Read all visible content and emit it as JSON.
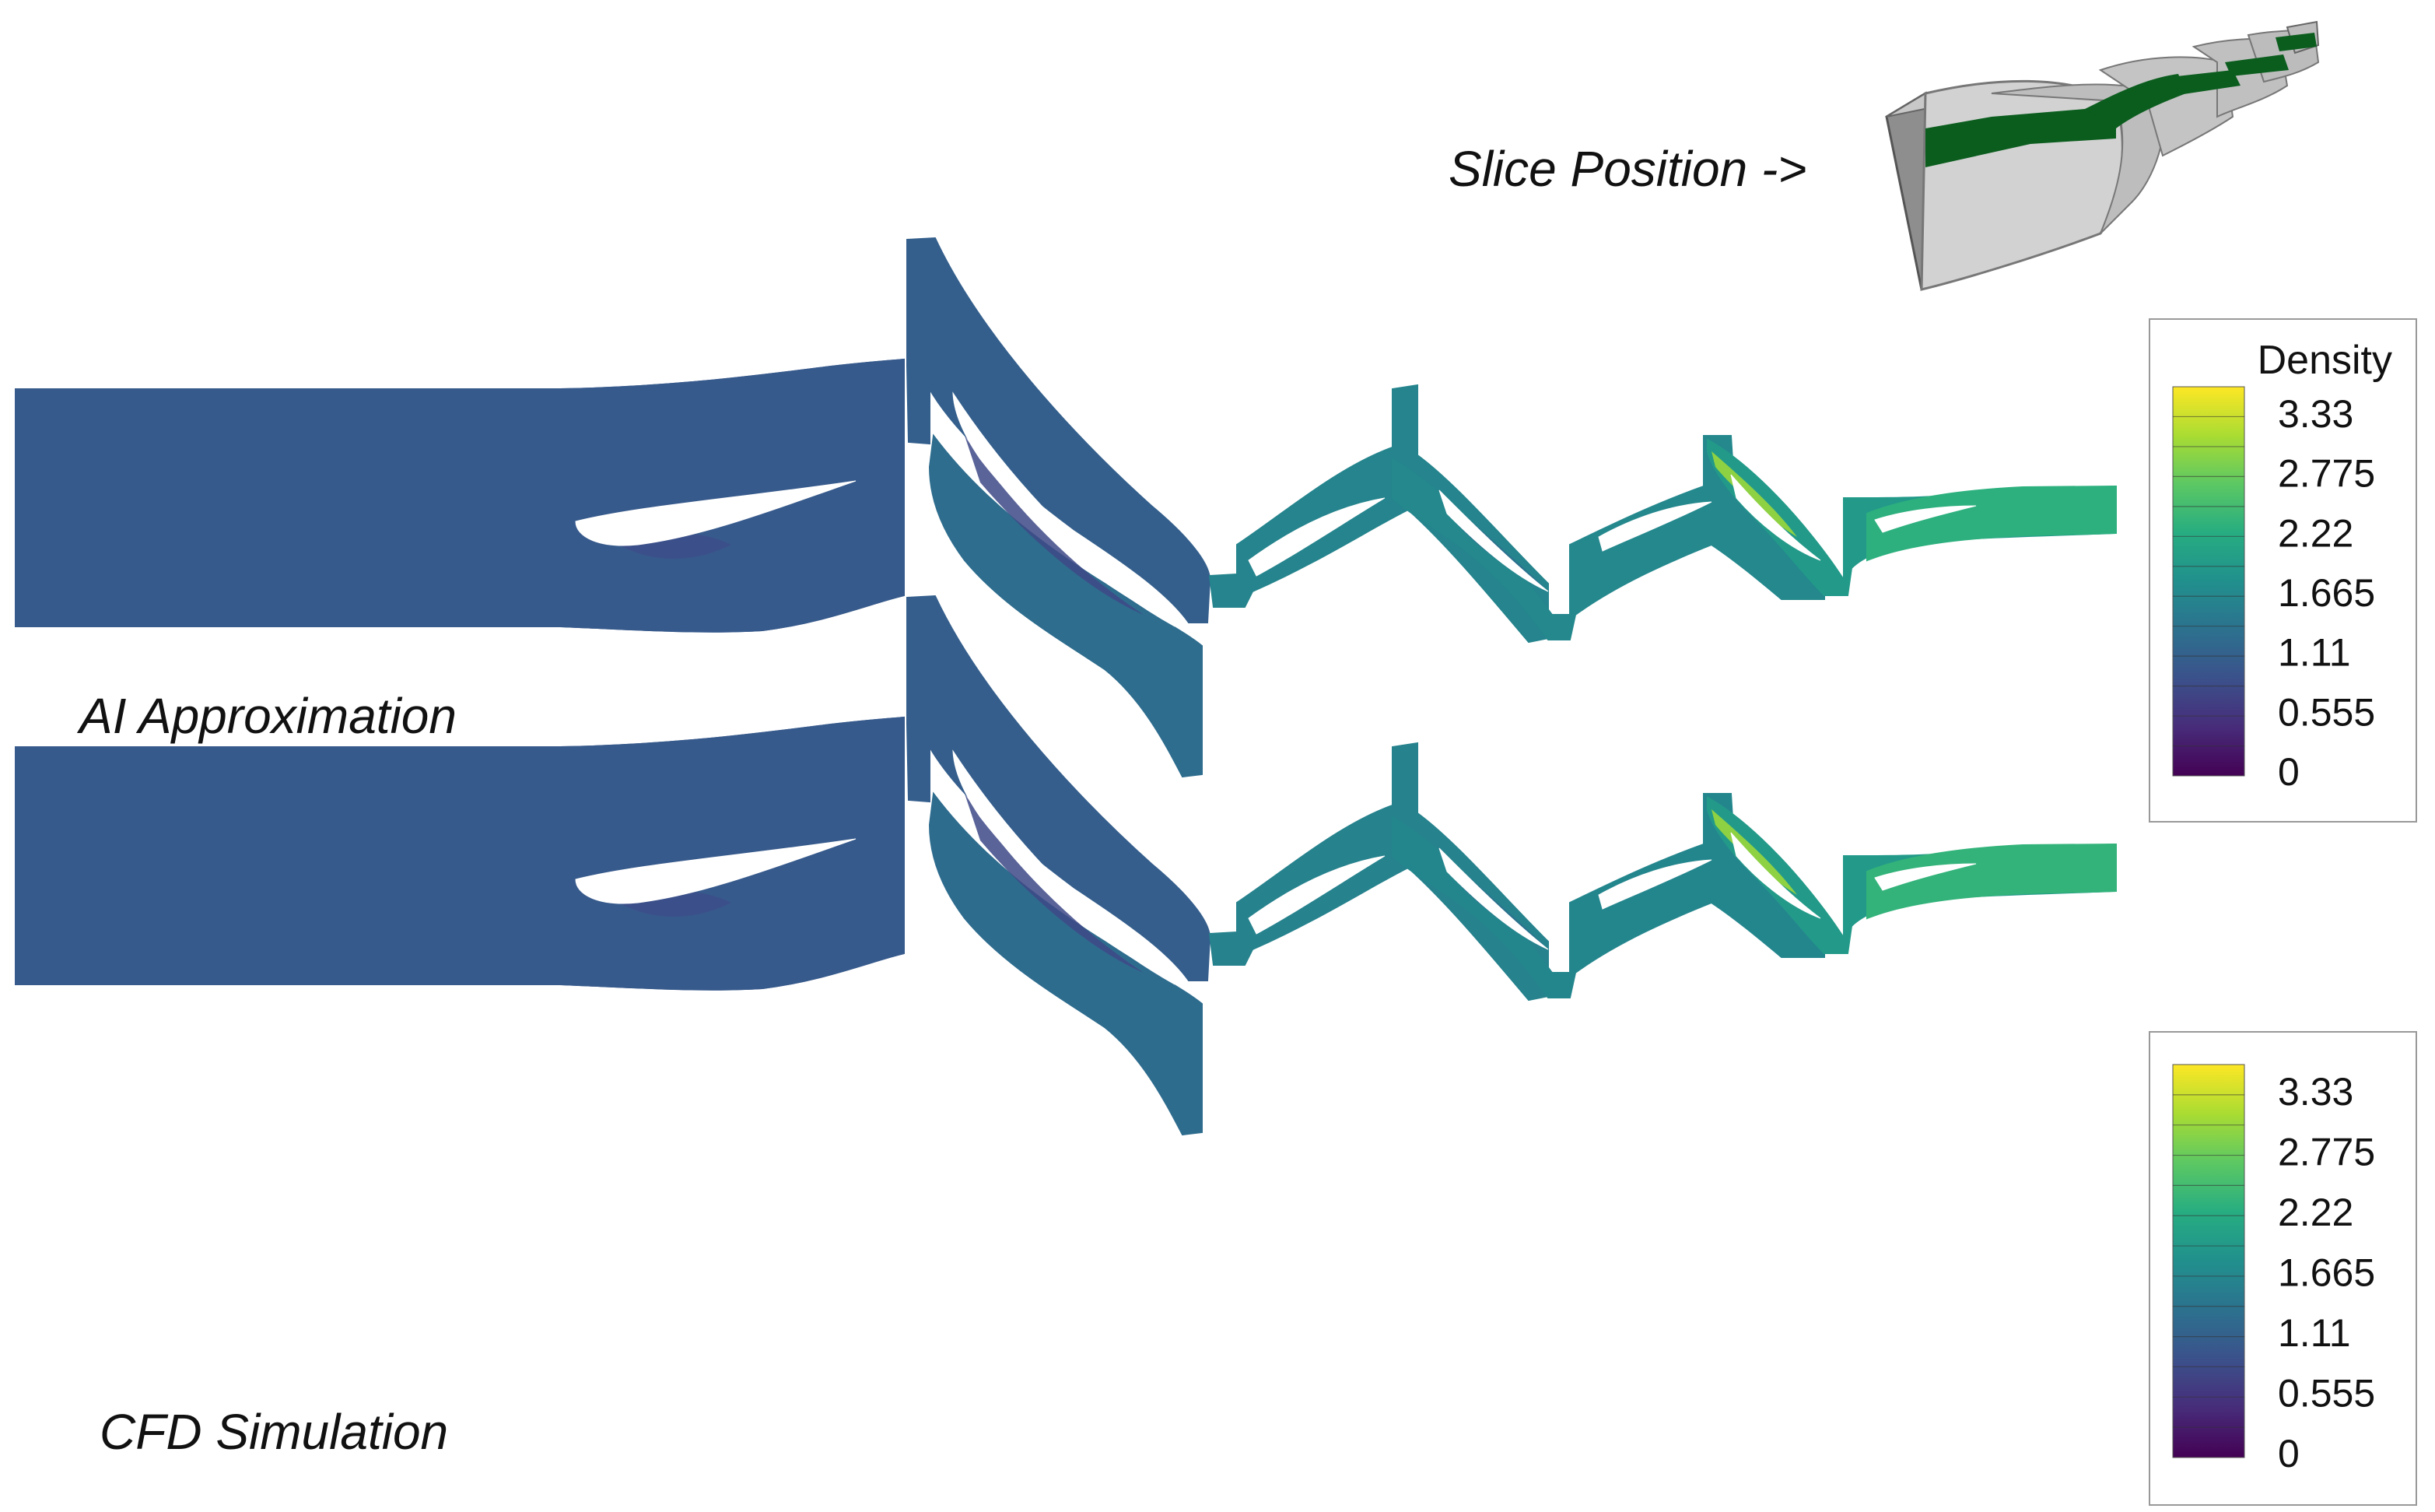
{
  "figure": {
    "slice_label": "Slice Position ->",
    "panels": [
      {
        "label": "AI Approximation",
        "stage_levels": [
          1.02,
          1.02,
          1.1,
          1.3,
          1.62,
          1.68,
          1.95,
          2.3,
          2.75,
          2.95,
          3.05
        ]
      },
      {
        "label": "CFD Simulation",
        "stage_levels": [
          1.02,
          1.02,
          1.08,
          1.28,
          1.6,
          1.66,
          1.95,
          2.35,
          2.8,
          3.0,
          3.05
        ]
      }
    ],
    "colorbars": [
      {
        "title": "Density",
        "ticks": [
          "3.33",
          "2.775",
          "2.22",
          "1.665",
          "1.11",
          "0.555",
          "0"
        ]
      },
      {
        "title": "",
        "ticks": [
          "3.33",
          "2.775",
          "2.22",
          "1.665",
          "1.11",
          "0.555",
          "0"
        ]
      }
    ],
    "colormap": [
      "#440154",
      "#472c7a",
      "#3b518b",
      "#2c718e",
      "#21908d",
      "#27ad81",
      "#5cc863",
      "#aadc32",
      "#fde725"
    ],
    "colors": {
      "slice_highlight": "#0b5d1e",
      "geometry_gray": "#a8a8a8"
    }
  }
}
